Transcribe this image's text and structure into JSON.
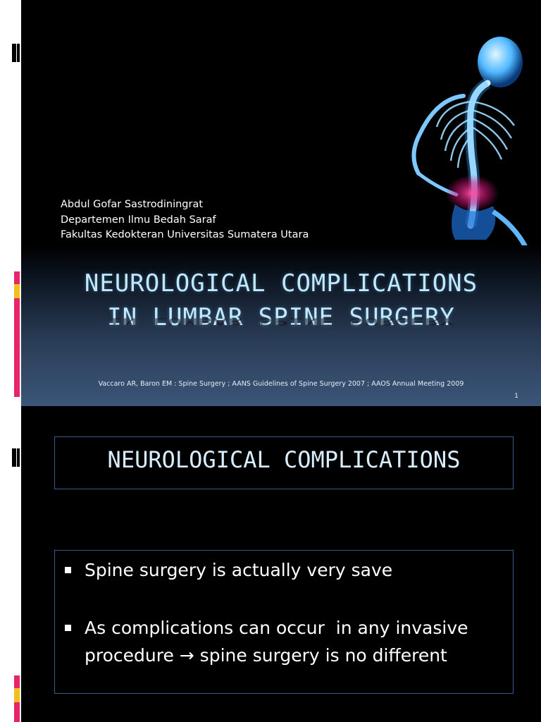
{
  "slide1": {
    "author": [
      "Abdul Gofar Sastrodiningrat",
      "Departemen Ilmu Bedah Saraf",
      "Fakultas Kedokteran Universitas Sumatera Utara"
    ],
    "title_lines": [
      "NEUROLOGICAL COMPLICATIONS",
      "IN LUMBAR SPINE SURGERY"
    ],
    "reference": "Vaccaro AR, Baron EM : Spine Surgery ; AANS Guidelines of Spine Surgery 2007 ; AAOS Annual Meeting 2009",
    "slide_number": "1",
    "image": "x-ray-skeleton-spine"
  },
  "slide2": {
    "heading": "NEUROLOGICAL COMPLICATIONS",
    "bullets": [
      [
        "Spine surgery is actually very save"
      ],
      [
        "As complications can occur  in any invasive",
        "procedure → spine surgery is no different"
      ]
    ]
  },
  "colors": {
    "title_text": "#bfe9ff",
    "band_bottom": "#3b5679",
    "box_border": "#3a5a8c",
    "accent_pink": "#e8246a",
    "accent_yellow": "#f2c01e"
  }
}
